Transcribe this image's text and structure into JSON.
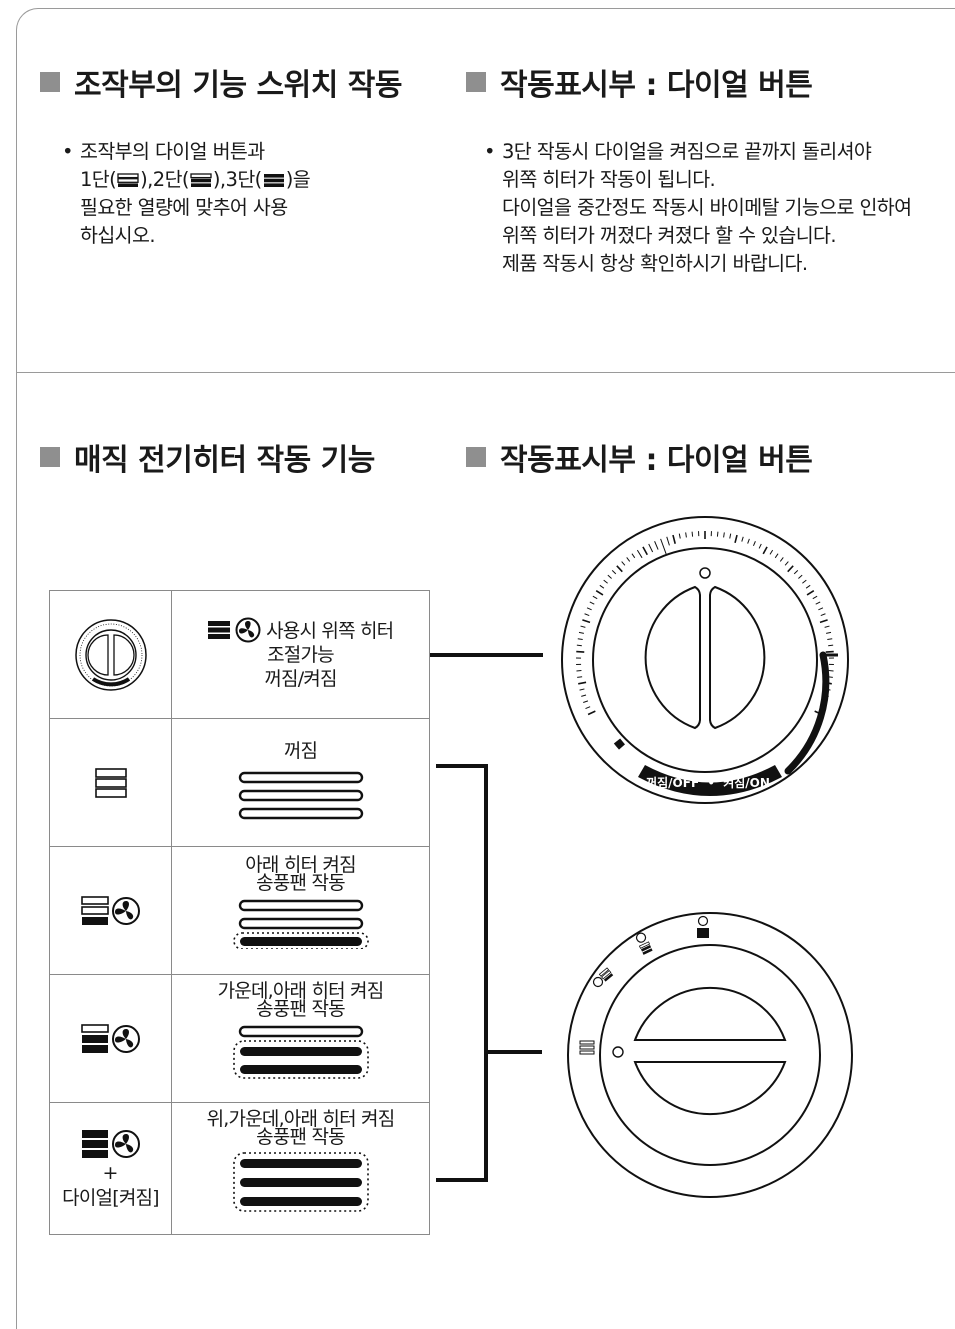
{
  "sections": {
    "top_left": {
      "heading": "조작부의 기능 스위치 작동",
      "bullet": "•",
      "line1": "조작부의 다이얼 버튼과",
      "line2_a": "1단(",
      "line2_b": "),2단(",
      "line2_c": "),3단(",
      "line2_d": ")을",
      "line3": "필요한 열량에 맞추어 사용",
      "line4": "하십시오."
    },
    "top_right": {
      "heading": "작동표시부 : 다이얼 버튼",
      "bullet": "•",
      "lines": [
        "3단 작동시 다이얼을 켜짐으로 끝까지 돌리셔야",
        "위쪽 히터가 작동이 됩니다.",
        "다이얼을 중간정도 작동시 바이메탈 기능으로 인하여",
        "위쪽 히터가 꺼졌다 켜졌다 할 수 있습니다.",
        "제품 작동시 항상 확인하시기 바랍니다."
      ]
    },
    "bottom_left": {
      "heading": "매직 전기히터 작동 기능"
    },
    "bottom_right": {
      "heading": "작동표시부 : 다이얼 버튼"
    }
  },
  "table": {
    "rows": [
      {
        "desc1": "사용시 위쪽 히터",
        "desc2": "조절가능",
        "desc3": "꺼짐/켜짐"
      },
      {
        "desc1": "꺼짐"
      },
      {
        "desc1": "아래 히터 켜짐",
        "desc2": "송풍팬 작동"
      },
      {
        "desc1": "가운데,아래 히터 켜짐",
        "desc2": "송풍팬 작동"
      },
      {
        "desc1": "위,가운데,아래 히터 켜짐",
        "desc2": "송풍팬 작동",
        "icon_plus": "+",
        "icon_caption": "다이얼[켜짐]"
      }
    ]
  },
  "dial_top": {
    "label_off": "꺼짐/OFF",
    "dot": "•",
    "label_on": "켜짐/ON"
  },
  "colors": {
    "accent_square": "#8f8f8f",
    "line": "#111111",
    "border": "#8a8a8a"
  }
}
